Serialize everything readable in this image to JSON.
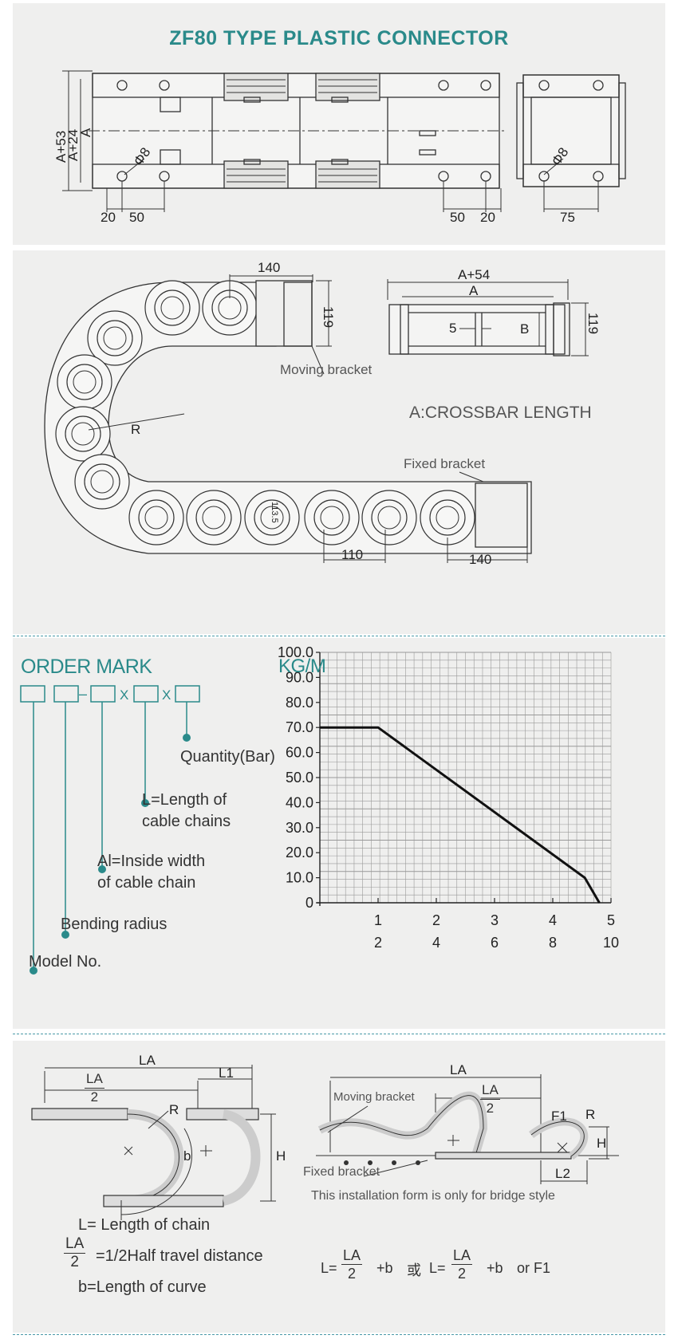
{
  "header": {
    "title": "ZF80 TYPE PLASTIC CONNECTOR"
  },
  "drawing1": {
    "dims": [
      "A+53",
      "A+24",
      "A",
      "Φ8",
      "20",
      "50",
      "50",
      "20",
      "Φ8",
      "75"
    ]
  },
  "drawing2": {
    "dims": {
      "pitch_top": "140",
      "height_top": "119",
      "radius": "R",
      "link_h": "113.5",
      "pitch_bottom": "110",
      "bracket_bottom": "140",
      "width_total": "A+54",
      "width_a": "A",
      "gap": "5",
      "b": "B",
      "height_right": "119"
    },
    "labels": {
      "moving": "Moving bracket",
      "crossbar": "A:CROSSBAR LENGTH",
      "fixed": "Fixed bracket"
    }
  },
  "order": {
    "title": "ORDER MARK",
    "sep_dash": "–",
    "sep_x1": "X",
    "sep_x2": "X",
    "quantity": "Quantity(Bar)",
    "length_1": "L=Length of",
    "length_2": "cable chains",
    "width_1": "Al=Inside width",
    "width_2": "of cable chain",
    "bending": "Bending radius",
    "model": "Model No."
  },
  "chart_data": {
    "type": "line",
    "title": "KG/M",
    "ylabel": "KG/M",
    "ylim": [
      0,
      100
    ],
    "yticks": [
      "100.0",
      "90.0",
      "80.0",
      "70.0",
      "60.0",
      "50.0",
      "40.0",
      "30.0",
      "20.0",
      "10.0",
      "0"
    ],
    "xticks_row1": [
      "1",
      "2",
      "3",
      "4",
      "5"
    ],
    "xticks_row2": [
      "2",
      "4",
      "6",
      "8",
      "10"
    ],
    "xlim": [
      0,
      10
    ],
    "grid": true,
    "series": [
      {
        "x": [
          0,
          2,
          9.1,
          9.6
        ],
        "y": [
          70,
          70,
          10,
          0
        ]
      }
    ]
  },
  "install": {
    "left": {
      "LA": "LA",
      "L1": "L1",
      "frac_n": "LA",
      "frac_d": "2",
      "R": "R",
      "b": "b",
      "H": "H"
    },
    "right": {
      "LA": "LA",
      "frac_n": "LA",
      "frac_d": "2",
      "F1": "F1",
      "R": "R",
      "H": "H",
      "L2": "L2",
      "moving": "Moving bracket",
      "fixed": "Fixed bracket",
      "note": "This installation form is only for bridge style"
    },
    "legend": {
      "l_chain": "L= Length of chain",
      "frac_n": "LA",
      "frac_d": "2",
      "half": "=1/2Half travel distance",
      "curve": "b=Length of curve"
    },
    "formula": {
      "l1": "L=",
      "n1": "LA",
      "d1": "2",
      "b1": "+b",
      "or_cn": "或",
      "l2": "L=",
      "n2": "LA",
      "d2": "2",
      "b2": "+b",
      "or_f1": "or F1"
    }
  }
}
